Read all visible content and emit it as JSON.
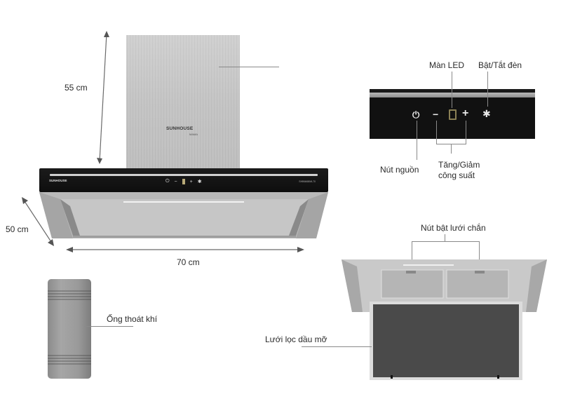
{
  "product": {
    "brand": "SUNHOUSE",
    "brand_sub": "MAMA",
    "model_text": "SHB6668ML70"
  },
  "dimensions": {
    "height": "55 cm",
    "depth": "50 cm",
    "width": "70 cm"
  },
  "control_panel": {
    "labels": {
      "led_display": "Màn LED",
      "light_toggle": "Bật/Tắt đèn",
      "power_button": "Nút nguồn",
      "power_adjust_line1": "Tăng/Giảm",
      "power_adjust_line2": "công suất"
    },
    "buttons": [
      {
        "name": "power",
        "glyph": "⏻"
      },
      {
        "name": "decrease",
        "glyph": "−"
      },
      {
        "name": "led",
        "glyph": "8"
      },
      {
        "name": "increase",
        "glyph": "+"
      },
      {
        "name": "light",
        "glyph": "✱"
      }
    ]
  },
  "parts": {
    "duct_label": "Ống thoát khí",
    "filter_label": "Lưới lọc dầu mỡ",
    "filter_latch_label": "Nút bật lưới chắn"
  },
  "colors": {
    "panel_black": "#111111",
    "steel": "#c4c4c4",
    "filter_dark": "#4a4a4a",
    "leader_line": "#8a8a8a",
    "led_amber": "#8a8055"
  }
}
